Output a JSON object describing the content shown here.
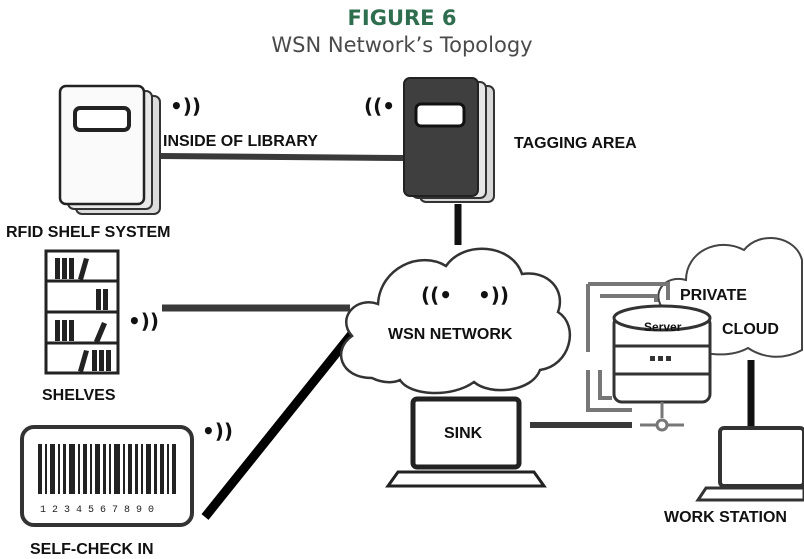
{
  "figure": {
    "number": "FIGURE 6",
    "title": "WSN Network’s Topology",
    "accent_color": "#2e6e4f"
  },
  "nodes": {
    "inside_library": "INSIDE OF LIBRARY",
    "tagging_area": "TAGGING AREA",
    "rfid_shelf": "RFID SHELF SYSTEM",
    "shelves": "SHELVES",
    "self_check": "SELF-CHECK IN",
    "wsn": "WSN NETWORK",
    "sink": "SINK",
    "server": "Server",
    "private": "PRIVATE",
    "cloud": "CLOUD",
    "workstation": "WORK STATION"
  },
  "barcode_digits": "1 2 3 4 5 6 7 8 9 0",
  "icons": {
    "wireless_right": "•))",
    "wireless_left": "((•"
  }
}
